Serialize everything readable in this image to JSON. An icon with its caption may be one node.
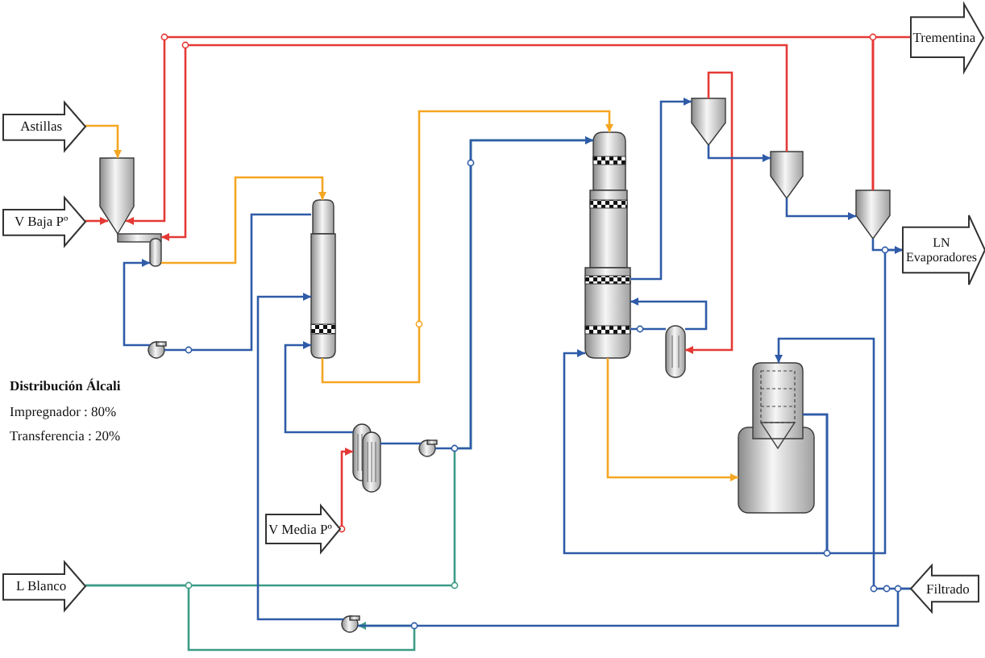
{
  "diagram": {
    "nodes": [
      {
        "text": [
          "Astillas"
        ]
      },
      {
        "text": [
          "V Baja Pº"
        ]
      },
      {
        "text": [],
        "shape": "picture"
      },
      {
        "text": [],
        "shape": "circle"
      },
      {
        "text": [],
        "shape": "picture"
      },
      {
        "text": [],
        "shape": "picture"
      },
      {
        "text": [
          "V Media Pº"
        ]
      },
      {
        "text": [],
        "shape": "circle"
      },
      {
        "text": [
          "L Blanco"
        ]
      },
      {
        "text": [],
        "shape": "circle"
      },
      {
        "text": [],
        "shape": "picture"
      },
      {
        "text": [],
        "shape": "cylinder"
      },
      {
        "text": [],
        "shape": "picture"
      },
      {
        "text": [],
        "shape": "picture"
      },
      {
        "text": [],
        "shape": "picture"
      },
      {
        "text": [],
        "shape": "picture"
      },
      {
        "text": [
          "Trementina"
        ]
      },
      {
        "text": [
          "LN Evaporadores"
        ]
      },
      {
        "text": [
          "Filtrado"
        ]
      }
    ],
    "edges": [
      {
        "from": 0,
        "to": 2,
        "arrow": "to",
        "color": "#f5a623"
      },
      {
        "from": 1,
        "to": 2,
        "arrow": "to",
        "color": "#e53935"
      },
      {
        "from": 14,
        "to": 2,
        "arrow": "to",
        "color": "#e53935"
      },
      {
        "from": 14,
        "to": 16,
        "arrow": "none",
        "color": "#e53935"
      },
      {
        "from": 13,
        "to": 2,
        "arrow": "to",
        "color": "#e53935"
      },
      {
        "from": 4,
        "to": 3,
        "arrow": "none"
      },
      {
        "from": 3,
        "to": 2,
        "arrow": "to"
      },
      {
        "from": 2,
        "to": 4,
        "arrow": "to",
        "color": "#f5a623"
      },
      {
        "from": 9,
        "to": 4,
        "arrow": "to"
      },
      {
        "from": 5,
        "to": 4,
        "arrow": "to"
      },
      {
        "from": 6,
        "to": 5,
        "arrow": "to",
        "color": "#e53935"
      },
      {
        "from": 5,
        "to": 7,
        "arrow": "none"
      },
      {
        "from": 7,
        "to": 10,
        "arrow": "to"
      },
      {
        "from": 8,
        "to": 10,
        "arrow": "to",
        "color": "#3d9c86"
      },
      {
        "from": 8,
        "to": 9,
        "arrow": "to",
        "color": "#3d9c86"
      },
      {
        "from": 18,
        "to": 9,
        "arrow": "none"
      },
      {
        "from": 4,
        "to": 10,
        "arrow": "to",
        "color": "#f5a623"
      },
      {
        "from": 10,
        "to": 12,
        "arrow": "to"
      },
      {
        "from": 10,
        "to": 11,
        "arrow": "none"
      },
      {
        "from": 11,
        "to": 10,
        "arrow": "to"
      },
      {
        "from": 12,
        "to": 11,
        "arrow": "to",
        "color": "#e53935"
      },
      {
        "from": 12,
        "to": 13,
        "arrow": "to"
      },
      {
        "from": 13,
        "to": 14,
        "arrow": "to"
      },
      {
        "from": 14,
        "to": 17,
        "arrow": "none"
      },
      {
        "from": 10,
        "to": 15,
        "arrow": "to",
        "color": "#f5a623"
      },
      {
        "from": 18,
        "to": 15,
        "arrow": "to"
      },
      {
        "from": 15,
        "to": 10,
        "arrow": "to"
      },
      {
        "from": 15,
        "to": 17,
        "arrow": "to"
      }
    ],
    "labels": [
      "Distribución Álcali",
      "Impregnador : 80%",
      "Transferencia : 20%"
    ]
  }
}
